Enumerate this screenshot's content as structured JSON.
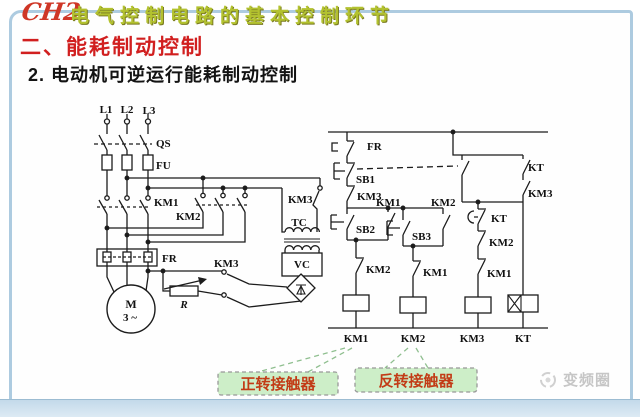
{
  "header": {
    "badge": "CH2",
    "title": "电气控制电路的基本控制环节"
  },
  "section": {
    "title": "二、能耗制动控制",
    "subtitle": "2. 电动机可逆运行能耗制动控制"
  },
  "labels": {
    "l1": "L1",
    "l2": "L2",
    "l3": "L3",
    "qs": "QS",
    "fu": "FU",
    "km1": "KM1",
    "km2": "KM2",
    "km3": "KM3",
    "kt": "KT",
    "fr": "FR",
    "tc": "TC",
    "vc": "VC",
    "r": "R",
    "m": "M",
    "phase": "3 ~",
    "sb1": "SB1",
    "sb2": "SB2",
    "sb3": "SB3"
  },
  "callouts": {
    "forward": "正转接触器",
    "reverse": "反转接触器"
  },
  "watermark": "变频圈",
  "colors": {
    "accent_red": "#d11f1f",
    "header_olive": "#b3c22f",
    "frame_blue": "#adcbe0",
    "callout_fill": "#cdeec8",
    "callout_text": "#c23b16",
    "wire": "#1c1c1c"
  }
}
